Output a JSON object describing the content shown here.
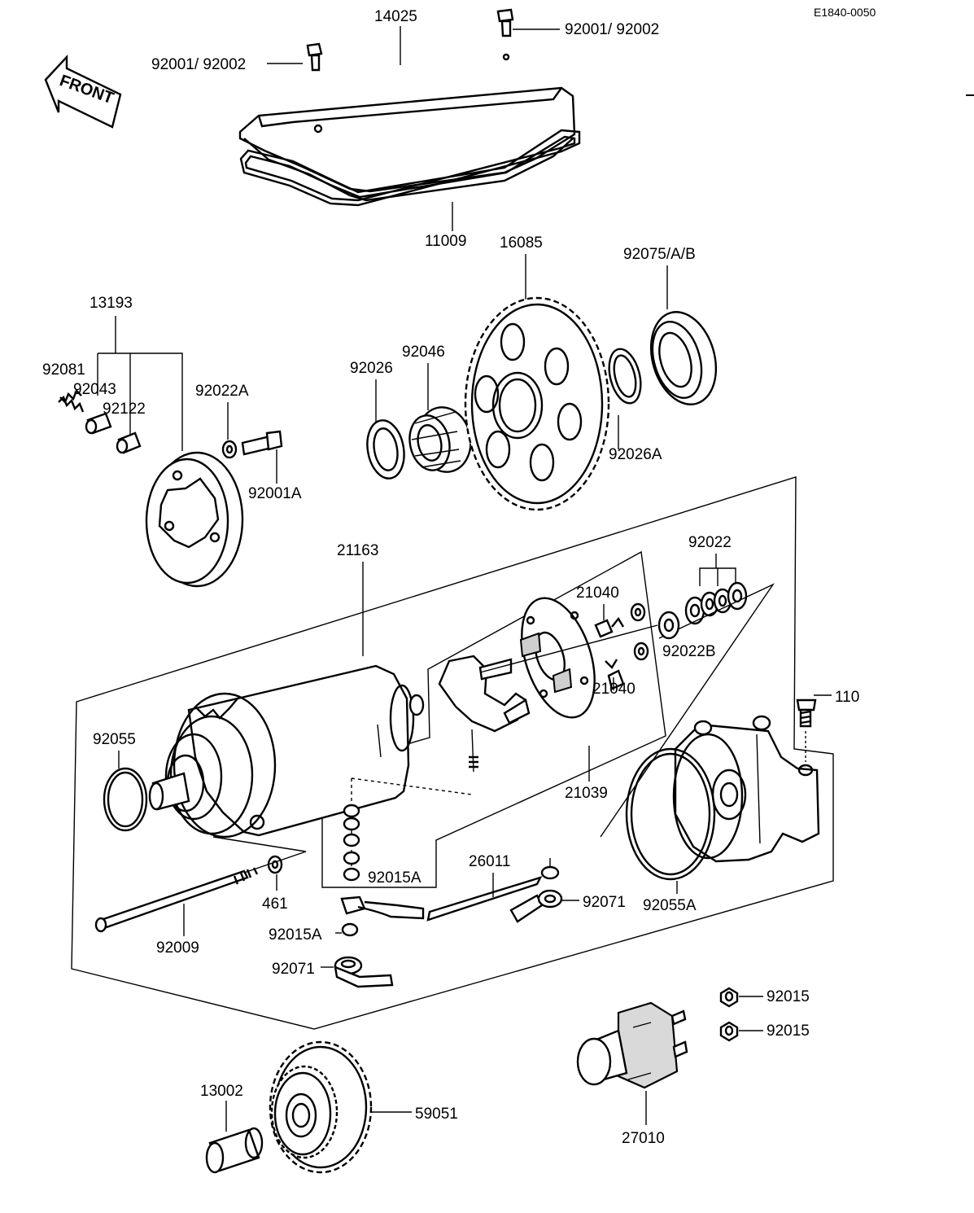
{
  "diagram_code": "E1840-0050",
  "front_marker": "FRONT",
  "labels": {
    "l14025": "14025",
    "l92001_top_right": "92001/ 92002",
    "l92001_top_left": "92001/ 92002",
    "l11009": "11009",
    "l16085": "16085",
    "l92075": "92075/A/B",
    "l13193": "13193",
    "l92081": "92081",
    "l92043": "92043",
    "l92122": "92122",
    "l92022A": "92022A",
    "l92001A": "92001A",
    "l92026": "92026",
    "l92046": "92046",
    "l92026A": "92026A",
    "l21163": "21163",
    "l92022": "92022",
    "l21040_top": "21040",
    "l92022B": "92022B",
    "l21040_bottom": "21040",
    "l110": "110",
    "l92055": "92055",
    "l21039": "21039",
    "l92015A_upper": "92015A",
    "l26011": "26011",
    "l92071_right": "92071",
    "l92055A": "92055A",
    "l461": "461",
    "l92009": "92009",
    "l92015A_lower": "92015A",
    "l92071_left": "92071",
    "l92015_upper": "92015",
    "l92015_lower": "92015",
    "l13002": "13002",
    "l59051": "59051",
    "l27010": "27010"
  }
}
